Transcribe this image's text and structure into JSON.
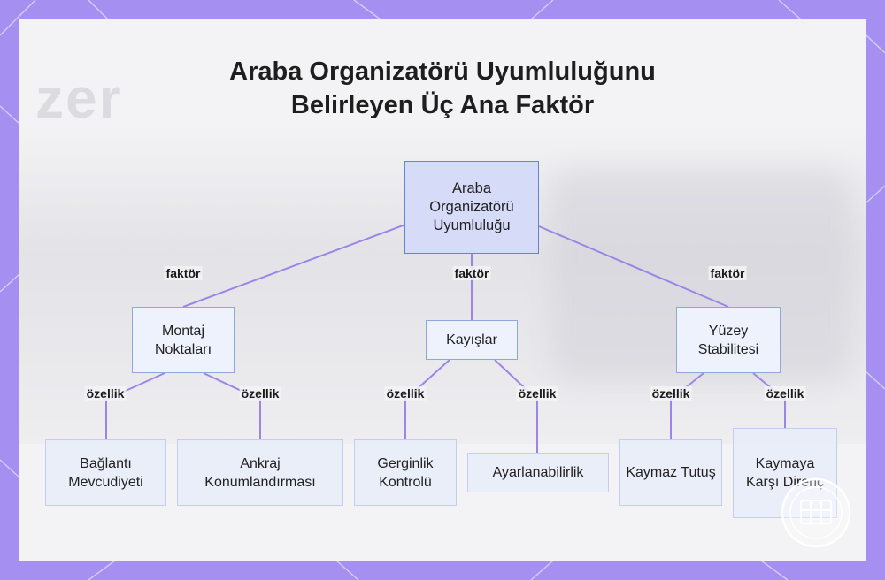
{
  "title": {
    "line1": "Araba Organizatörü Uyumluluğunu",
    "line2": "Belirleyen Üç Ana Faktör"
  },
  "background": {
    "ghost_text": "zer"
  },
  "nodes": {
    "root": "Araba Organizatörü Uyumluluğu",
    "montaj": "Montaj Noktaları",
    "kayislar": "Kayışlar",
    "yuzey": "Yüzey Stabilitesi",
    "baglanti": "Bağlantı Mevcudiyeti",
    "ankraj": "Ankraj Konumlandırması",
    "gerginlik": "Gerginlik Kontrolü",
    "ayarlanabilirlik": "Ayarlanabilirlik",
    "kaymaz": "Kaymaz Tutuş",
    "kaymaya": "Kaymaya Karşı Direnç"
  },
  "edge_labels": {
    "faktor": "faktör",
    "ozellik": "özellik"
  },
  "colors": {
    "frame": "#a58ff0",
    "line": "#9b86e8",
    "root_fill": "#d6dbf8",
    "root_border": "#6d7fd4",
    "node_border": "#a9b8e6"
  }
}
